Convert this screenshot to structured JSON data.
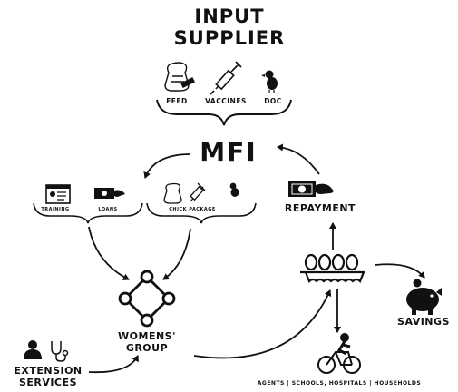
{
  "title_line1": "INPUT",
  "title_line2": "SUPPLIER",
  "inputs": {
    "feed": "FEED",
    "vaccines": "VACCINES",
    "doc": "DOC"
  },
  "mfi": "MFI",
  "left_items": {
    "training": "TRAINING",
    "loans": "LOANS",
    "chick_package": "CHICK PACKAGE"
  },
  "repayment": "REPAYMENT",
  "womens_group_line1": "WOMENS'",
  "womens_group_line2": "GROUP",
  "extension_line1": "EXTENSION",
  "extension_line2": "SERVICES",
  "savings": "SAVINGS",
  "agents": "AGENTS | SCHOOLS, HOSPITALS | HOUSEHOLDS",
  "colors": {
    "ink": "#111111",
    "light": "#ffffff"
  },
  "icons": [
    "feed-sack-icon",
    "syringe-icon",
    "chick-icon",
    "training-board-icon",
    "cash-loan-icon",
    "chick-package-icon",
    "cash-repayment-icon",
    "network-group-icon",
    "person-icon",
    "stethoscope-icon",
    "egg-tray-icon",
    "piggy-bank-icon",
    "cyclist-icon"
  ]
}
